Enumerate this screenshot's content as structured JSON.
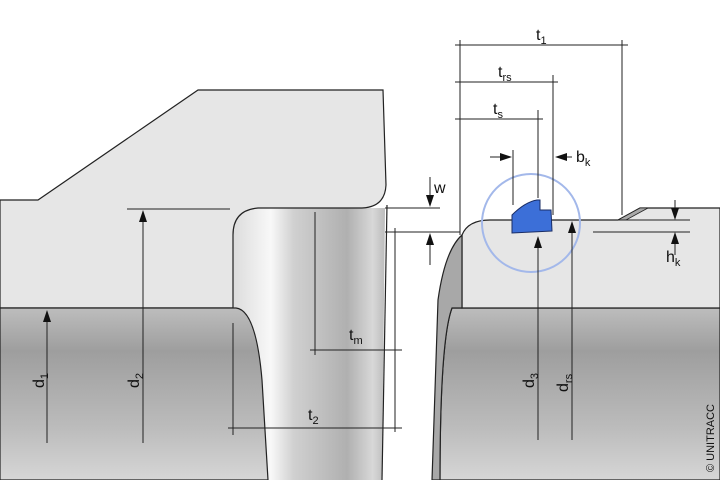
{
  "labels": {
    "t1": {
      "main": "t",
      "sub": "1"
    },
    "trs": {
      "main": "t",
      "sub": "rs"
    },
    "ts": {
      "main": "t",
      "sub": "s"
    },
    "bk": {
      "main": "b",
      "sub": "k"
    },
    "w": {
      "main": "w",
      "sub": ""
    },
    "hk": {
      "main": "h",
      "sub": "k"
    },
    "tm": {
      "main": "t",
      "sub": "m"
    },
    "t2": {
      "main": "t",
      "sub": "2"
    },
    "d1": {
      "main": "d",
      "sub": "1"
    },
    "d2": {
      "main": "d",
      "sub": "2"
    },
    "d3": {
      "main": "d",
      "sub": "3"
    },
    "drs": {
      "main": "d",
      "sub": "rs"
    }
  },
  "copyright": "© UNITRACC",
  "colors": {
    "seal": "#3c6fd8",
    "highlight_circle": "#a3b8ea",
    "body": "#e6e6e6"
  }
}
